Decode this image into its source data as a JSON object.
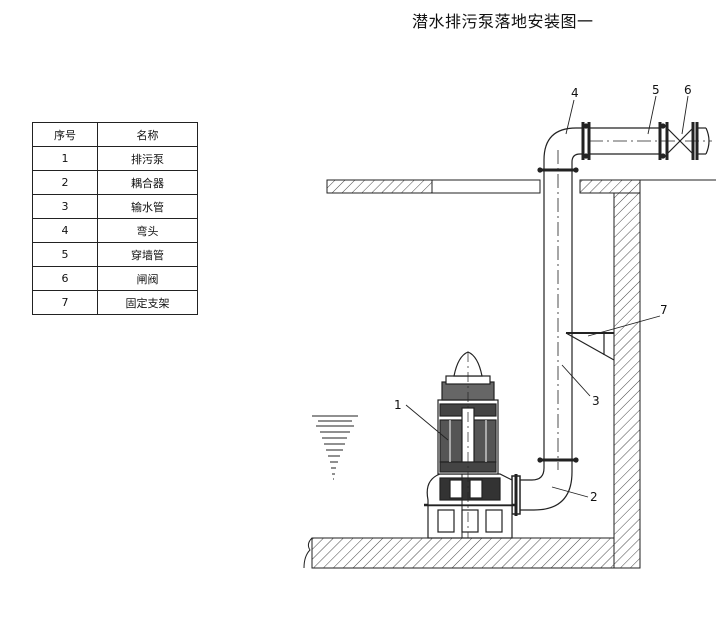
{
  "title": "潜水排污泵落地安装图一",
  "table": {
    "headers": [
      "序号",
      "名称"
    ],
    "rows": [
      {
        "no": "1",
        "name": "排污泵"
      },
      {
        "no": "2",
        "name": "耦合器"
      },
      {
        "no": "3",
        "name": "输水管"
      },
      {
        "no": "4",
        "name": "弯头"
      },
      {
        "no": "5",
        "name": "穿墙管"
      },
      {
        "no": "6",
        "name": "闸阀"
      },
      {
        "no": "7",
        "name": "固定支架"
      }
    ]
  },
  "callouts": [
    "1",
    "2",
    "3",
    "4",
    "5",
    "6",
    "7"
  ]
}
